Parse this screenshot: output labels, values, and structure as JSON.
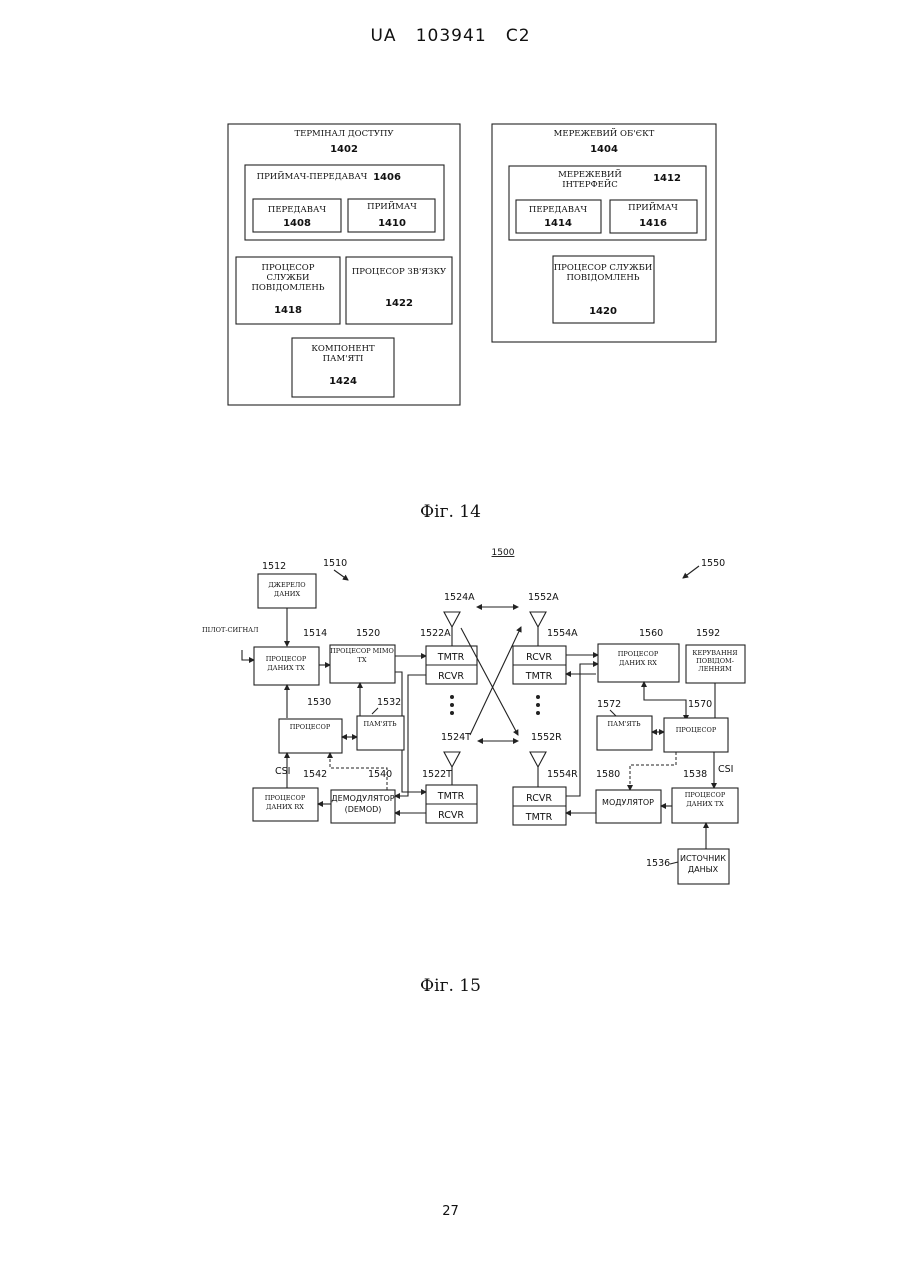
{
  "header": {
    "text": "UA   103941   C2"
  },
  "fig14": {
    "caption": "Фіг. 14",
    "access_terminal": {
      "label": "ТЕРМІНАЛ ДОСТУПУ",
      "num": "1402"
    },
    "transceiver": {
      "label": "ПРИЙМАЧ-ПЕРЕДАВАЧ",
      "num": "1406"
    },
    "transmitter": {
      "label": "ПЕРЕДАВАЧ",
      "num": "1408"
    },
    "receiver": {
      "label": "ПРИЙМАЧ",
      "num": "1410"
    },
    "msg_processor": {
      "line1": "ПРОЦЕСОР",
      "line2": "СЛУЖБИ",
      "line3": "ПОВІДОМЛЕНЬ",
      "num": "1418"
    },
    "comm_processor": {
      "label": "ПРОЦЕСОР ЗВ'ЯЗКУ",
      "num": "1422"
    },
    "memory": {
      "line1": "КОМПОНЕНТ",
      "line2": "ПАМ'ЯТІ",
      "num": "1424"
    },
    "network_entity": {
      "label": "МЕРЕЖЕВИЙ ОБ'ЄКТ",
      "num": "1404"
    },
    "net_interface": {
      "line1": "МЕРЕЖЕВИЙ",
      "line2": "ІНТЕРФЕЙС",
      "num": "1412"
    },
    "net_transmitter": {
      "label": "ПЕРЕДАВАЧ",
      "num": "1414"
    },
    "net_receiver": {
      "label": "ПРИЙМАЧ",
      "num": "1416"
    },
    "net_msg_processor": {
      "line1": "ПРОЦЕСОР СЛУЖБИ",
      "line2": "ПОВІДОМЛЕНЬ",
      "num": "1420"
    }
  },
  "fig15": {
    "caption": "Фіг. 15",
    "system_num": "1500",
    "left_num": "1510",
    "right_num": "1550",
    "data_source": {
      "line1": "ДЖЕРЕЛО",
      "line2": "ДАНИХ",
      "num": "1512"
    },
    "pilot": "ПІЛОТ-СИГНАЛ",
    "tx_data_proc": {
      "line1": "ПРОЦЕСОР",
      "line2": "ДАНИХ ТХ",
      "num": "1514"
    },
    "mimo_proc": {
      "line1": "ПРОЦЕСОР МІМО",
      "line2": "ТХ",
      "num": "1520"
    },
    "processor_l": {
      "label": "ПРОЦЕСОР",
      "num": "1530"
    },
    "memory_l": {
      "label": "ПАМ'ЯТЬ",
      "num": "1532"
    },
    "rx_data_proc_l": {
      "line1": "ПРОЦЕСОР",
      "line2": "ДАНИХ RX",
      "num": "1542"
    },
    "demod": {
      "line1": "ДЕМОДУЛЯТОР",
      "line2": "(DEMOD)",
      "num": "1540"
    },
    "csi_left": "CSI",
    "tmtr": "TMTR",
    "rcvr": "RCVR",
    "ant_1524A": "1524A",
    "ant_1524T": "1524T",
    "xcvr_1522A": "1522A",
    "xcvr_1522T": "1522T",
    "ant_1552A": "1552A",
    "ant_1552R": "1552R",
    "xcvr_1554A": "1554A",
    "xcvr_1554R": "1554R",
    "rx_data_proc_r": {
      "line1": "ПРОЦЕСОР",
      "line2": "ДАНИХ RX",
      "num": "1560"
    },
    "msg_control": {
      "line1": "КЕРУВАННЯ",
      "line2": "ПОВІДОМ-",
      "line3": "ЛЕННЯМ",
      "num": "1592"
    },
    "memory_r": {
      "label": "ПАМ'ЯТЬ",
      "num": "1572"
    },
    "processor_r": {
      "label": "ПРОЦЕСОР",
      "num": "1570"
    },
    "modulator": {
      "label": "МОДУЛЯТОР",
      "num": "1580"
    },
    "tx_data_proc_r": {
      "line1": "ПРОЦЕСОР",
      "line2": "ДАНИХ ТХ",
      "num": "1538"
    },
    "data_source_r": {
      "line1": "ИСТОЧНИК",
      "line2": "ДАНЫХ",
      "num": "1536"
    },
    "csi_right": "CSI"
  },
  "page_number": "27"
}
